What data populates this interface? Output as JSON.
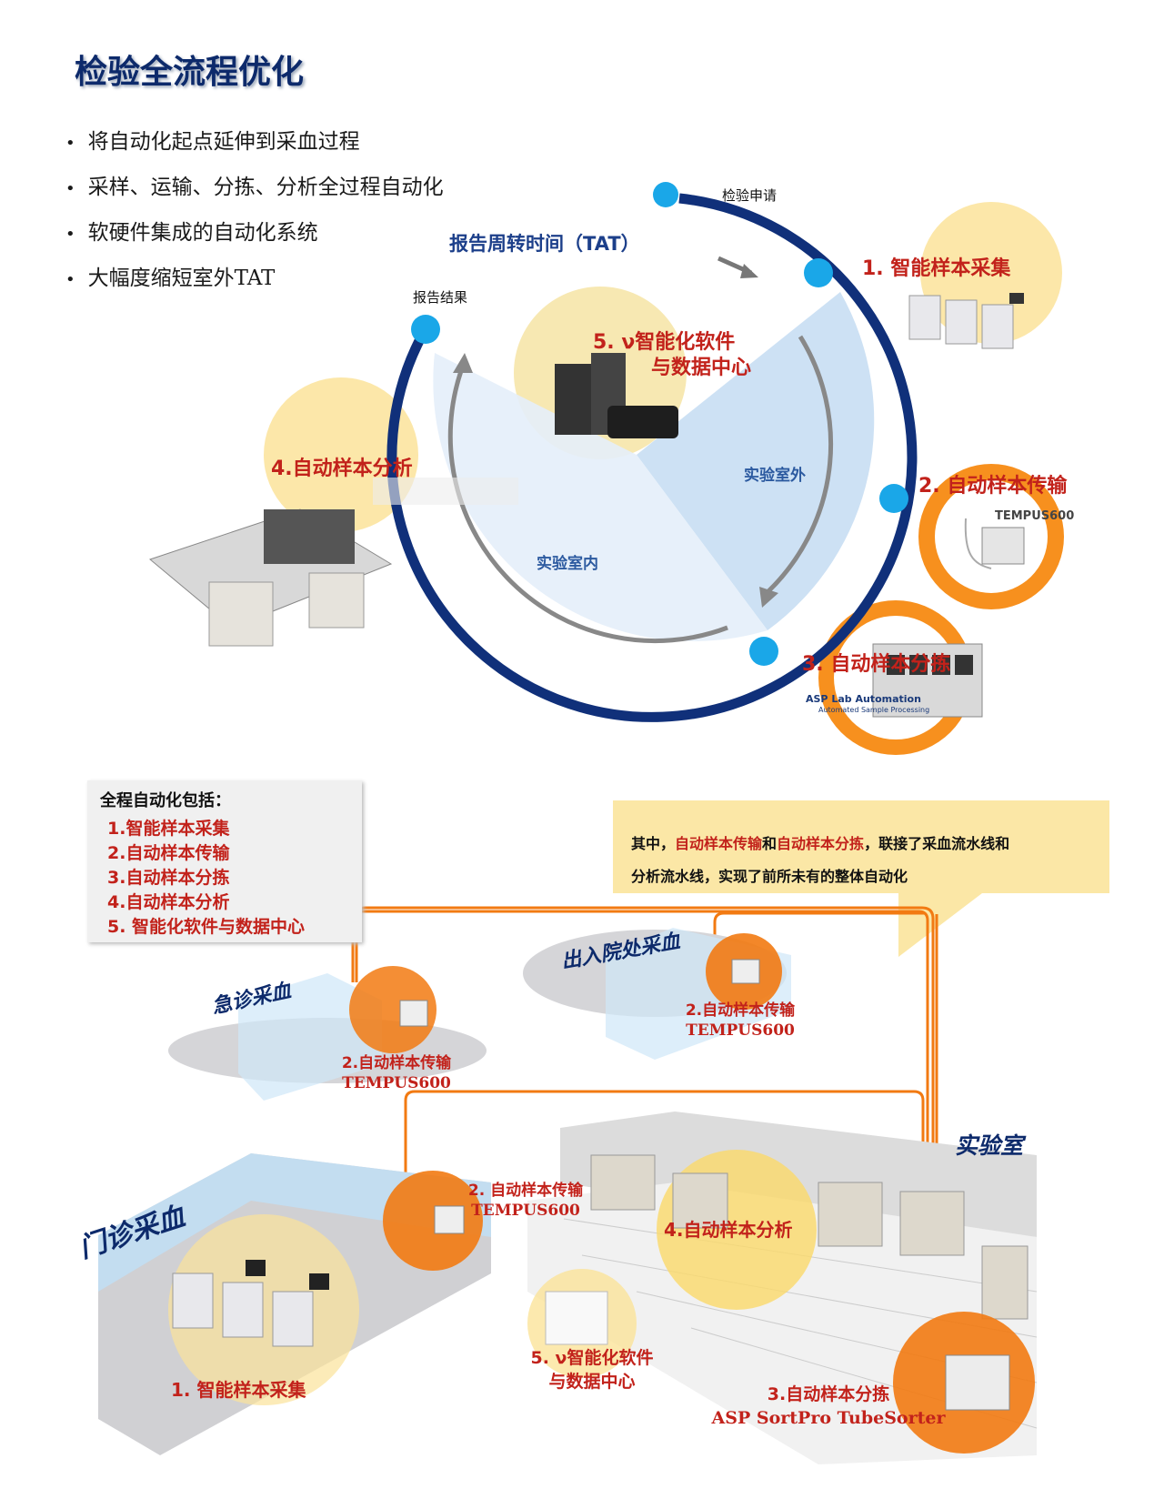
{
  "title": "检验全流程优化",
  "bullets": [
    "将自动化起点延伸到采血过程",
    "采样、运输、分拣、分析全过程自动化",
    "软硬件集成的自动化系统",
    "大幅度缩短室外TAT"
  ],
  "cycle": {
    "tat_label": "报告周转时间（TAT）",
    "start_label": "检验申请",
    "end_label": "报告结果",
    "outside_lab": "实验室外",
    "inside_lab": "实验室内",
    "node1": "1. 智能样本采集",
    "node2": "2. 自动样本传输",
    "node3": "3. 自动样本分拣",
    "node4": "4.自动样本分析",
    "node5_line1": "5. ν智能化软件",
    "node5_line2": "与数据中心",
    "tempus_brand": "TEMPUS600",
    "asp_brand": "ASP Lab Automation",
    "asp_sub": "Automated Sample Processing"
  },
  "infobox": {
    "heading": "全程自动化包括：",
    "items": [
      "1.智能样本采集",
      "2.自动样本传输",
      "3.自动样本分拣",
      "4.自动样本分析",
      "5. 智能化软件与数据中心"
    ]
  },
  "callout": {
    "prefix": "其中，",
    "hl1": "自动样本传输",
    "mid": "和",
    "hl2": "自动样本分拣",
    "suffix": "，联接了采血流水线和",
    "line2": "分析流水线，实现了前所未有的整体自动化"
  },
  "bottom": {
    "emergency": "急诊采血",
    "inpatient": "出入院处采血",
    "outpatient": "门诊采血",
    "lab": "实验室",
    "tempus_a_l1": "2.自动样本传输",
    "tempus_a_l2": "TEMPUS600",
    "tempus_b_l1": "2.自动样本传输",
    "tempus_b_l2": "TEMPUS600",
    "tempus_c_l1": "2. 自动样本传输",
    "tempus_c_l2": "TEMPUS600",
    "collect": "1. 智能样本采集",
    "analysis": "4.自动样本分析",
    "software_l1": "5. ν智能化软件",
    "software_l2": "与数据中心",
    "sort_l1": "3.自动样本分拣",
    "sort_l2": "ASP SortPro TubeSorter"
  },
  "colors": {
    "navy": "#0d2a6b",
    "red": "#c2221b",
    "orange": "#f27a12",
    "yellow": "#f9dc7c",
    "light_blue": "#cfe4f6",
    "dot": "#1aa7e8"
  }
}
